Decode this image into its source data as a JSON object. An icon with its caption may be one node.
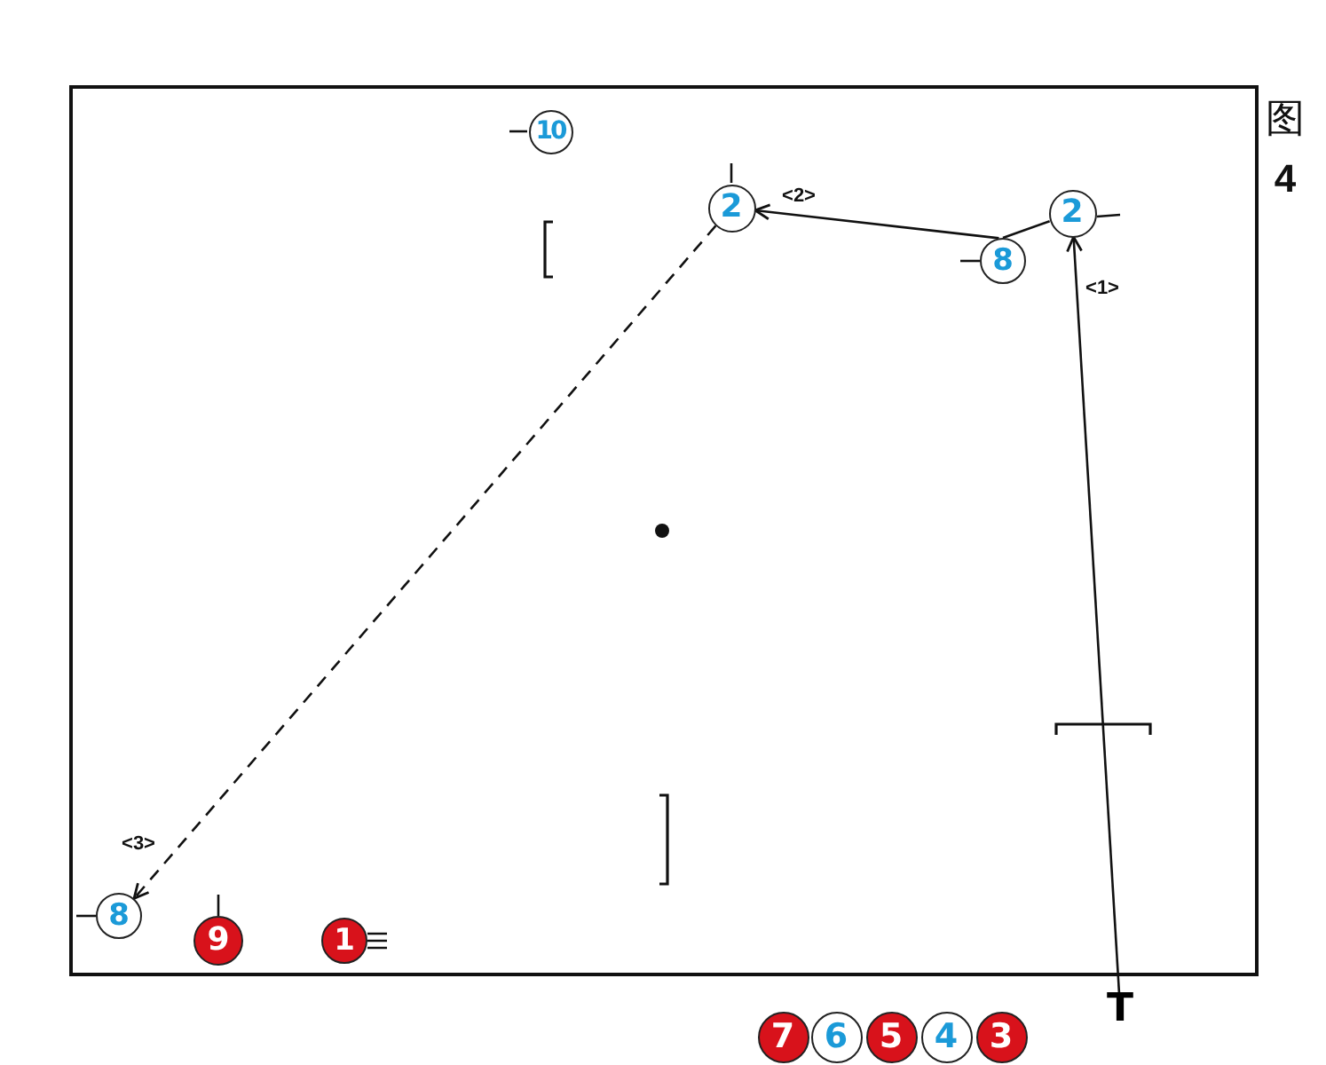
{
  "diagram": {
    "nodes": [
      {
        "text": [
          "10"
        ]
      },
      {
        "text": [
          "2"
        ]
      },
      {
        "text": [
          "2"
        ]
      },
      {
        "text": [
          "8"
        ]
      },
      {
        "text": [
          "8"
        ]
      },
      {
        "text": [
          "9"
        ]
      },
      {
        "text": [
          "1"
        ]
      },
      {
        "text": [
          "T"
        ]
      },
      {
        "text": [
          "7"
        ]
      },
      {
        "text": [
          "6"
        ]
      },
      {
        "text": [
          "5"
        ]
      },
      {
        "text": [
          "4"
        ]
      },
      {
        "text": [
          "3"
        ]
      }
    ],
    "edges": [
      {
        "from": 7,
        "to": 2,
        "arrow": "to",
        "label": "<1>"
      },
      {
        "from": 2,
        "to": 3,
        "arrow": "none"
      },
      {
        "from": 3,
        "to": 1,
        "arrow": "to",
        "label": "<2>"
      },
      {
        "from": 1,
        "to": 4,
        "arrow": "to",
        "label": "<3>",
        "style": "dashed"
      }
    ],
    "labels": [
      "图**4**"
    ]
  }
}
